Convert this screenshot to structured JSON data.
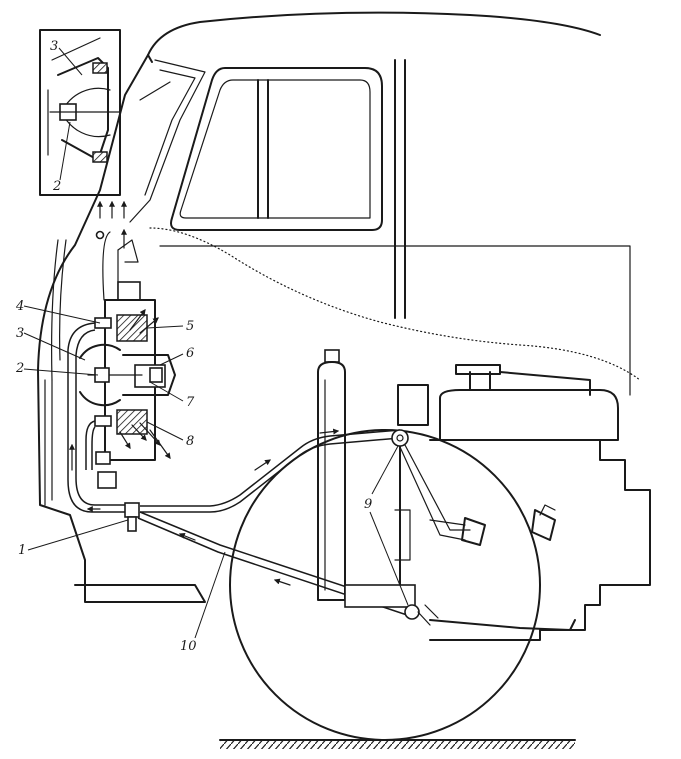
{
  "callouts": {
    "inset_3": "3",
    "inset_2": "2",
    "c1": "1",
    "c2": "2",
    "c3": "3",
    "c4": "4",
    "c5": "5",
    "c6": "6",
    "c7": "7",
    "c8": "8",
    "c9": "9",
    "c10": "10"
  },
  "colors": {
    "ink": "#1a1a1a",
    "paper": "#ffffff"
  }
}
